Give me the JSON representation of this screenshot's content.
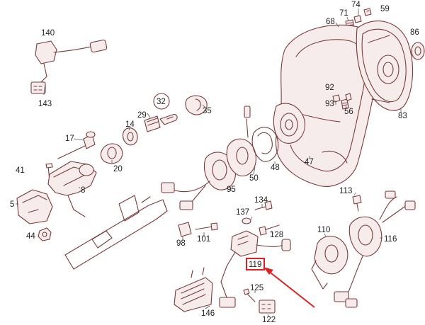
{
  "diagram": {
    "labels": [
      {
        "id": "140",
        "text": "140"
      },
      {
        "id": "143",
        "text": "143"
      },
      {
        "id": "68",
        "text": "68"
      },
      {
        "id": "71",
        "text": "71"
      },
      {
        "id": "74",
        "text": "74"
      },
      {
        "id": "59",
        "text": "59"
      },
      {
        "id": "86",
        "text": "86"
      },
      {
        "id": "32",
        "text": "32"
      },
      {
        "id": "29",
        "text": "29"
      },
      {
        "id": "35",
        "text": "35"
      },
      {
        "id": "14",
        "text": "14"
      },
      {
        "id": "92",
        "text": "92"
      },
      {
        "id": "93",
        "text": "93"
      },
      {
        "id": "56",
        "text": "56"
      },
      {
        "id": "83",
        "text": "83"
      },
      {
        "id": "17",
        "text": "17"
      },
      {
        "id": "20",
        "text": "20"
      },
      {
        "id": "41",
        "text": "41"
      },
      {
        "id": "8",
        "text": "8"
      },
      {
        "id": "50",
        "text": "50"
      },
      {
        "id": "48",
        "text": "48"
      },
      {
        "id": "47",
        "text": "47"
      },
      {
        "id": "95",
        "text": "95"
      },
      {
        "id": "5",
        "text": "5"
      },
      {
        "id": "134",
        "text": "134"
      },
      {
        "id": "113",
        "text": "113"
      },
      {
        "id": "137",
        "text": "137"
      },
      {
        "id": "44",
        "text": "44"
      },
      {
        "id": "128",
        "text": "128"
      },
      {
        "id": "110",
        "text": "110"
      },
      {
        "id": "116",
        "text": "116"
      },
      {
        "id": "98",
        "text": "98"
      },
      {
        "id": "101",
        "text": "101"
      },
      {
        "id": "119",
        "text": "119"
      },
      {
        "id": "125",
        "text": "125"
      },
      {
        "id": "146",
        "text": "146"
      },
      {
        "id": "122",
        "text": "122"
      }
    ],
    "highlight": {
      "part": "119",
      "color": "#e02020"
    },
    "line_color": "#7a3a3a"
  }
}
